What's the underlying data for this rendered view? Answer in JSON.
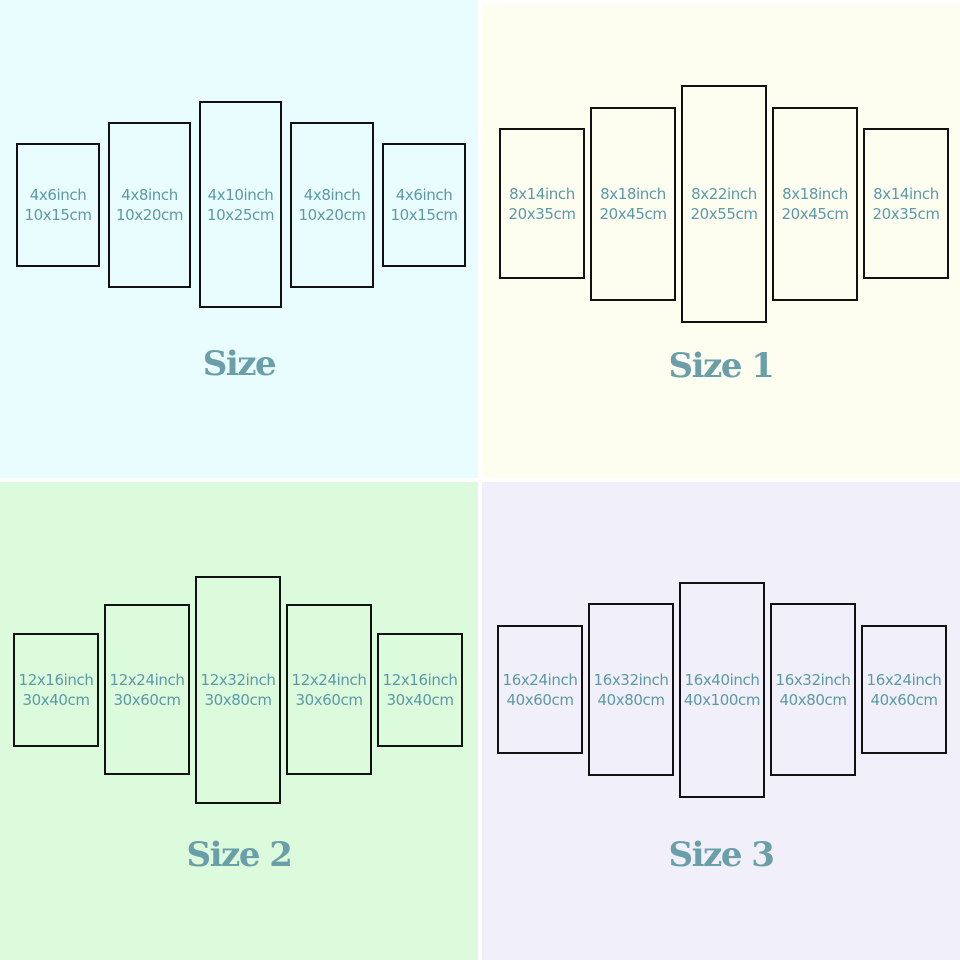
{
  "colors": {
    "line": "#111111",
    "label_text": "#5b9aa6",
    "caption_text": "#6a9fa9"
  },
  "groups": [
    {
      "title": "Size",
      "background": "#e9fdfe",
      "panels": [
        {
          "inch": "4x6inch",
          "cm": "10x15cm"
        },
        {
          "inch": "4x8inch",
          "cm": "10x20cm"
        },
        {
          "inch": "4x10inch",
          "cm": "10x25cm"
        },
        {
          "inch": "4x8inch",
          "cm": "10x20cm"
        },
        {
          "inch": "4x6inch",
          "cm": "10x15cm"
        }
      ]
    },
    {
      "title": "Size 1",
      "background": "#fefef0",
      "panels": [
        {
          "inch": "8x14inch",
          "cm": "20x35cm"
        },
        {
          "inch": "8x18inch",
          "cm": "20x45cm"
        },
        {
          "inch": "8x22inch",
          "cm": "20x55cm"
        },
        {
          "inch": "8x18inch",
          "cm": "20x45cm"
        },
        {
          "inch": "8x14inch",
          "cm": "20x35cm"
        }
      ]
    },
    {
      "title": "Size 2",
      "background": "#dcfadc",
      "panels": [
        {
          "inch": "12x16inch",
          "cm": "30x40cm"
        },
        {
          "inch": "12x24inch",
          "cm": "30x60cm"
        },
        {
          "inch": "12x32inch",
          "cm": "30x80cm"
        },
        {
          "inch": "12x24inch",
          "cm": "30x60cm"
        },
        {
          "inch": "12x16inch",
          "cm": "30x40cm"
        }
      ]
    },
    {
      "title": "Size 3",
      "background": "#f1effa",
      "panels": [
        {
          "inch": "16x24inch",
          "cm": "40x60cm"
        },
        {
          "inch": "16x32inch",
          "cm": "40x80cm"
        },
        {
          "inch": "16x40inch",
          "cm": "40x100cm"
        },
        {
          "inch": "16x32inch",
          "cm": "40x80cm"
        },
        {
          "inch": "16x24inch",
          "cm": "40x60cm"
        }
      ]
    }
  ]
}
